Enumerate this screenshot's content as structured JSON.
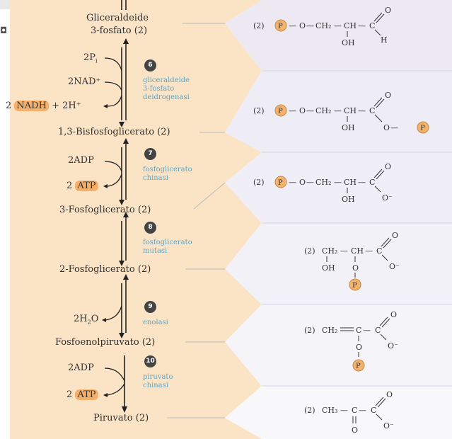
{
  "colors": {
    "background_left": "#fbe3c6",
    "panel": "#f0eef6",
    "enzyme_text": "#5aa7c9",
    "phosphate_circle": "#f3b36e",
    "step_badge": "#444444",
    "highlight": "#f6b06a"
  },
  "metabolites": [
    {
      "name": "Gliceraldeide",
      "name2": "3-fosfato (2)"
    },
    {
      "name": "1,3-Bisfosfoglicerato (2)"
    },
    {
      "name": "3-Fosfoglicerato (2)"
    },
    {
      "name": "2-Fosfoglicerato (2)"
    },
    {
      "name": "Fosfoenolpiruvato (2)"
    },
    {
      "name": "Piruvato (2)"
    }
  ],
  "steps": [
    {
      "number": "6",
      "enzyme": [
        "gliceraldeide",
        "3-fosfato",
        "deidrogenasi"
      ]
    },
    {
      "number": "7",
      "enzyme": [
        "fosfoglicerato",
        "chinasi"
      ]
    },
    {
      "number": "8",
      "enzyme": [
        "fosfoglicerato",
        "mutasi"
      ]
    },
    {
      "number": "9",
      "enzyme": [
        "enolasi"
      ]
    },
    {
      "number": "10",
      "enzyme": [
        "piruvato",
        "chinasi"
      ]
    }
  ],
  "reagents": {
    "step6_in_1": "2P",
    "step6_in_1_sub": "i",
    "step6_in_2": "2NAD⁺",
    "step6_out_a": "2 ",
    "step6_out_b": "NADH",
    "step6_out_c": " + 2H⁺",
    "step7_in": "2ADP",
    "step7_out_a": "2 ",
    "step7_out_b": "ATP",
    "step9_out_a": "2H",
    "step9_out_sub": "2",
    "step9_out_b": "O",
    "step10_in": "2ADP",
    "step10_out_a": "2 ",
    "step10_out_b": "ATP"
  },
  "structures": {
    "coef": "(2)",
    "phosphate": "P",
    "o": "O",
    "ch2": "CH₂",
    "ch": "CH",
    "c": "C",
    "oh": "OH",
    "h": "H",
    "o_minus": "O⁻",
    "ch2_double": "CH₂",
    "ch3": "CH₃"
  }
}
